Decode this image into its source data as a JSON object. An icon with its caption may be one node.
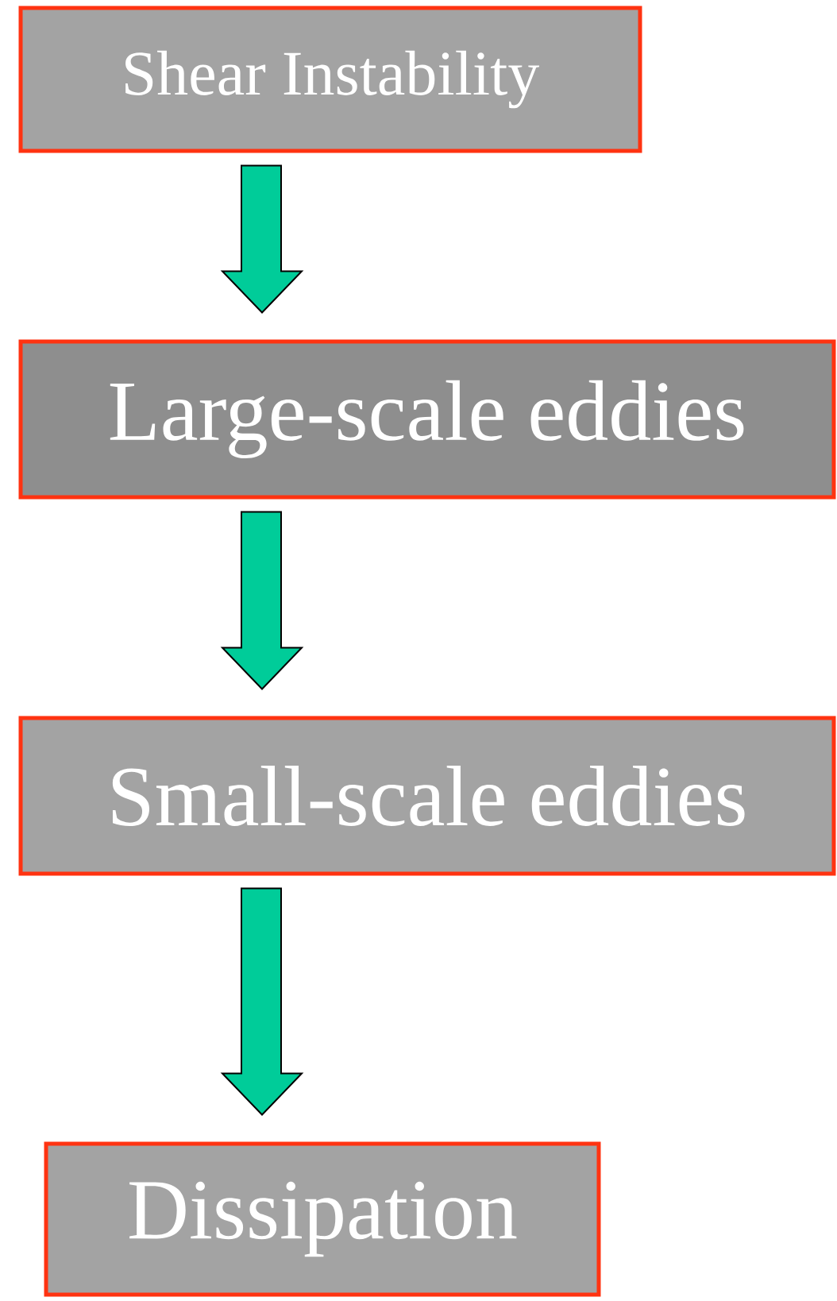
{
  "diagram": {
    "nodes": [
      {
        "text": [
          "Shear Instability"
        ]
      },
      {
        "text": [
          "Large-scale eddies"
        ]
      },
      {
        "text": [
          "Small-scale eddies"
        ]
      },
      {
        "text": [
          "Dissipation"
        ]
      }
    ],
    "edges": [
      {
        "from": 0,
        "to": 1,
        "arrow": "to"
      },
      {
        "from": 1,
        "to": 2,
        "arrow": "to"
      },
      {
        "from": 2,
        "to": 3,
        "arrow": "to"
      }
    ]
  }
}
